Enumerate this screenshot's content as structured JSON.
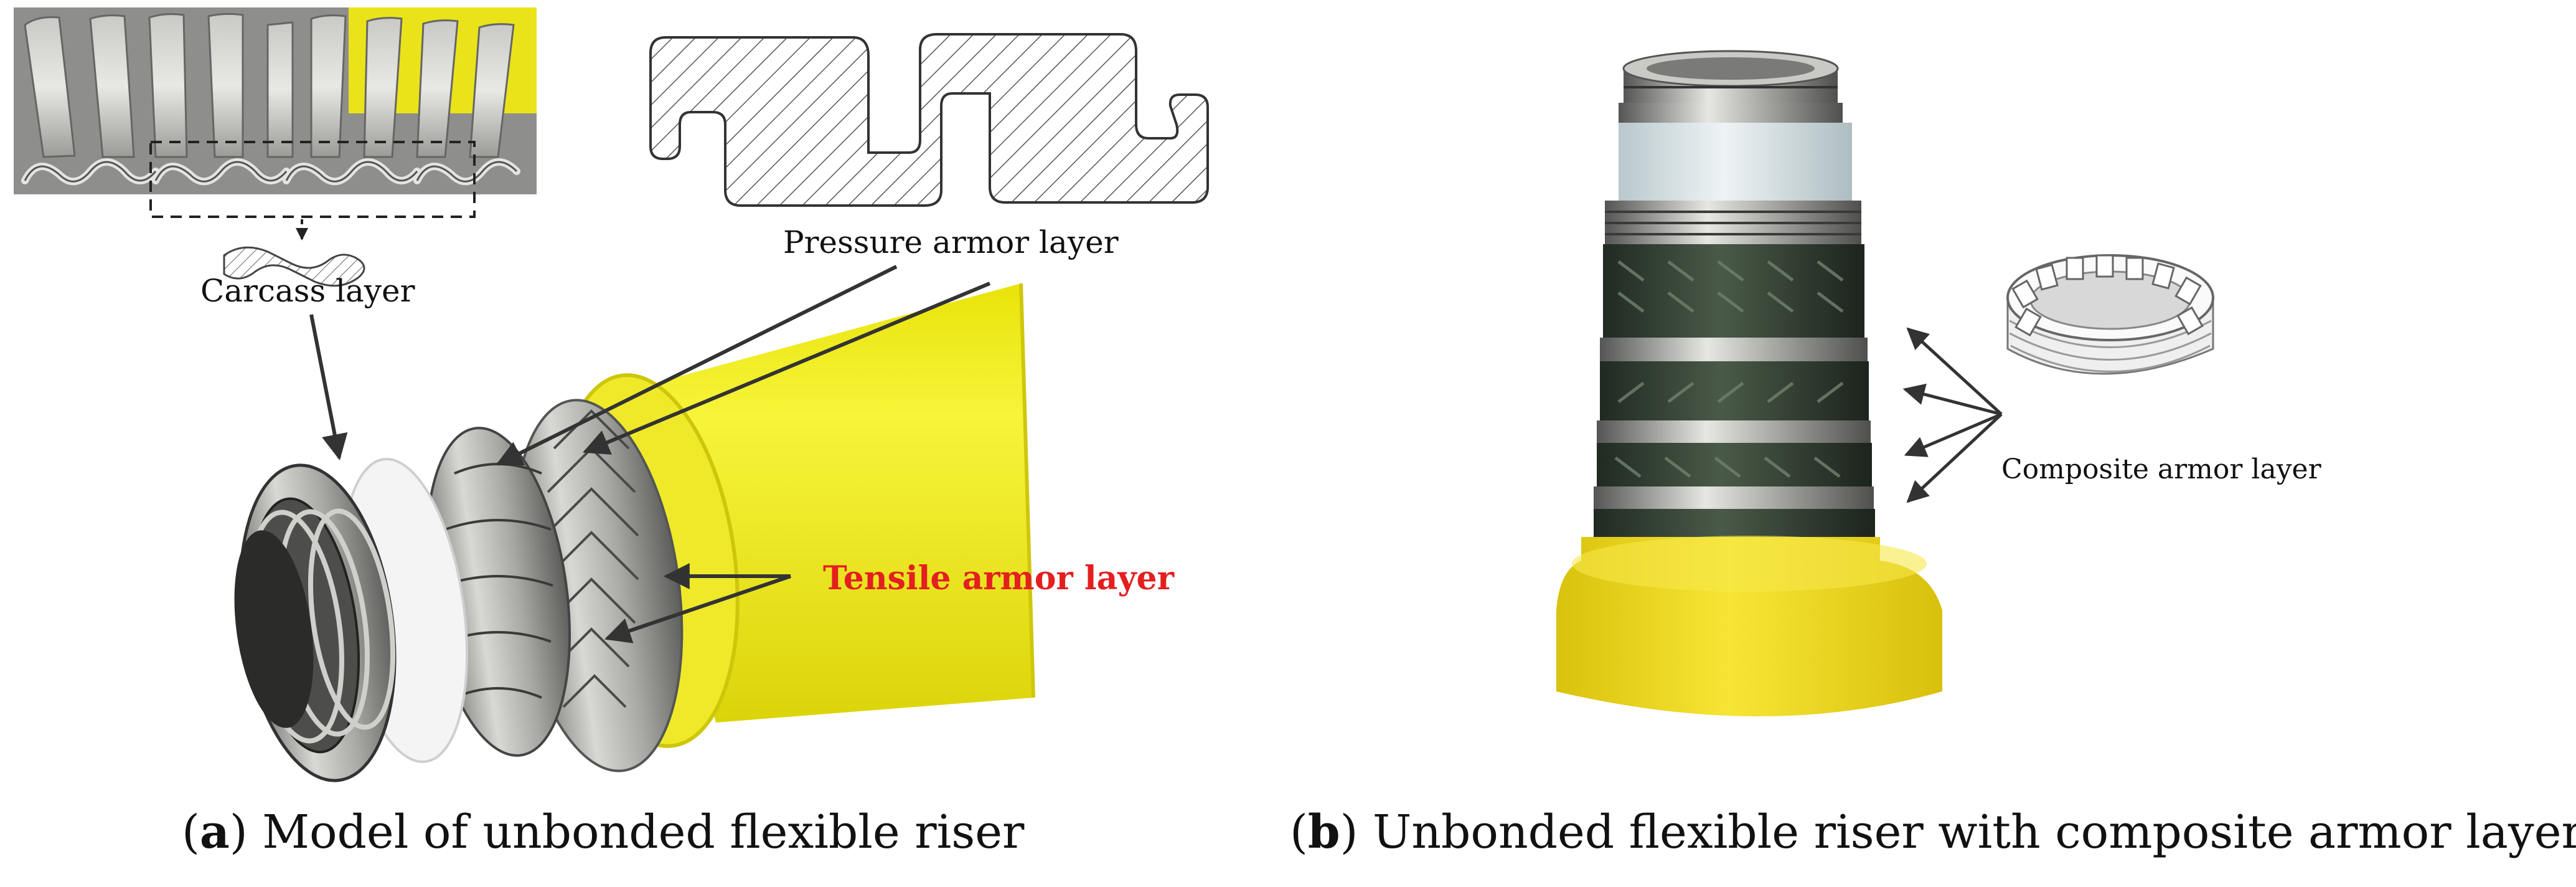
{
  "labels": {
    "carcass": "Carcass layer",
    "pressure": "Pressure armor layer",
    "tensile": "Tensile armor layer",
    "composite": "Composite armor layer"
  },
  "captions": {
    "a_letter": "a",
    "a_text": " Model of unbonded flexible riser",
    "b_letter": "b",
    "b_text": " Unbonded flexible riser with composite armor layer"
  },
  "colors": {
    "sheath_yellow": "#f2ec10",
    "pipe_yellow": "#f4dd18",
    "steel": "#9a9a98",
    "composite_dark": "#3b4a3a",
    "liner_white": "#f4f4f4",
    "label_red": "#e41f1f"
  }
}
